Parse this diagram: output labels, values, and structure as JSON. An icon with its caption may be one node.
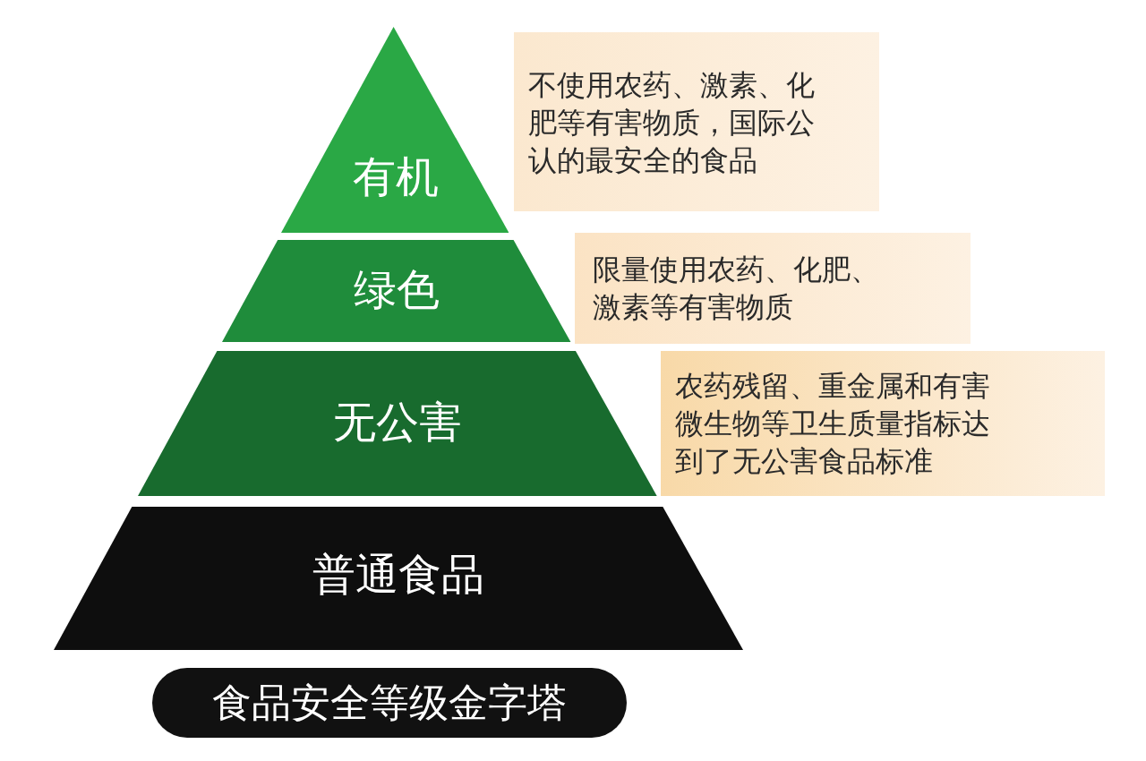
{
  "diagram": {
    "caption": "食品安全等级金字塔",
    "nodes": [
      {
        "text": [
          "有机"
        ]
      },
      {
        "text": [
          "绿色"
        ]
      },
      {
        "text": [
          "无公害"
        ]
      },
      {
        "text": [
          "普通食品"
        ]
      },
      {
        "text": [
          "不使用农药、激素、化肥等有害物质，国际公认的最安全的食品"
        ]
      },
      {
        "text": [
          "限量使用农药、化肥、激素等有害物质"
        ]
      },
      {
        "text": [
          "农药残留、重金属和有害微生物等卫生质量指标达到了无公害食品标准"
        ]
      }
    ],
    "edges": []
  }
}
